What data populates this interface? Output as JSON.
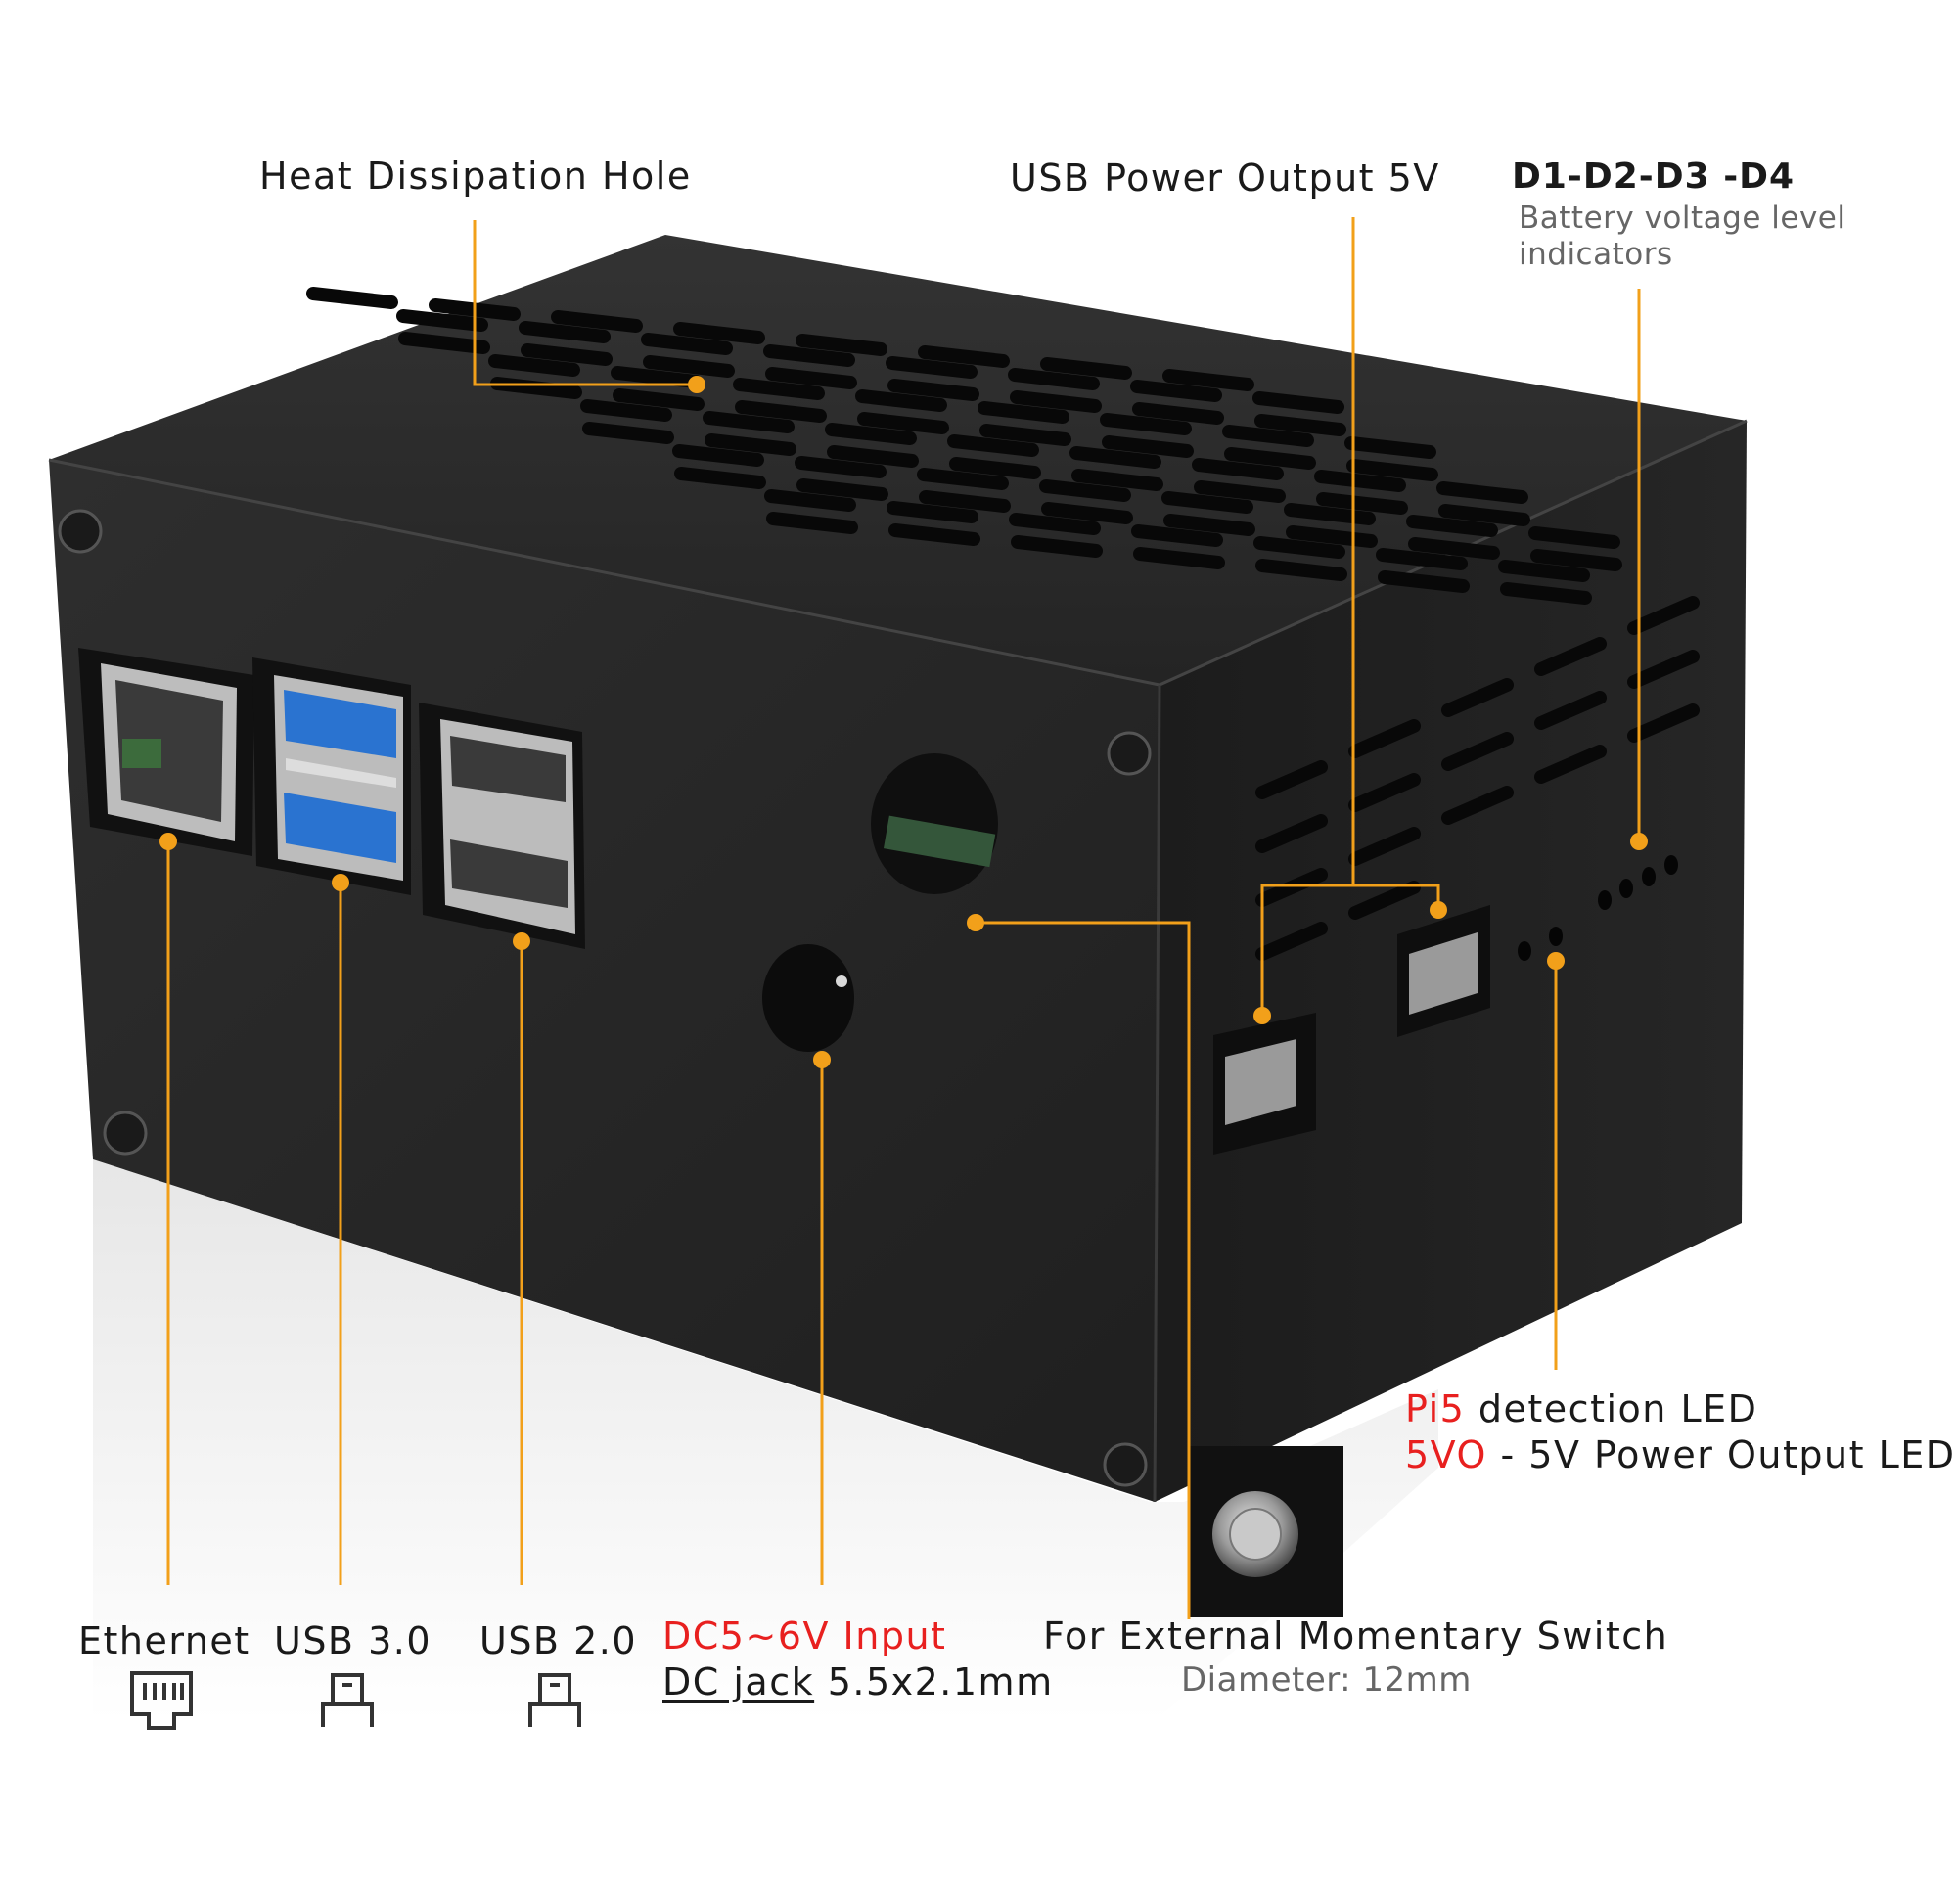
{
  "colors": {
    "callout": "#f2a01a",
    "accent_red": "#e8201f",
    "case_top": "#2b2b2b",
    "case_front": "#262626",
    "case_side": "#1e1e1e",
    "usb3_blue": "#2a73d0",
    "background": "#ffffff"
  },
  "icons": {
    "ethernet": "ethernet-port-icon",
    "usb3": "usb-plug-icon",
    "usb2": "usb-plug-icon"
  },
  "labels": {
    "heat_dissipation": "Heat Dissipation Hole",
    "usb_power_output": "USB Power Output 5V",
    "battery_indicators_title": "D1-D2-D3 -D4",
    "battery_indicators_desc_line1": "Battery voltage level",
    "battery_indicators_desc_line2": "indicators",
    "pi5_label": "Pi5",
    "pi5_text": " detection LED",
    "v5o_label": "5VO",
    "v5o_text": " - 5V Power Output LED",
    "ethernet": "Ethernet",
    "usb30": "USB 3.0",
    "usb20": "USB 2.0",
    "dc_input": "DC5~6V Input",
    "dc_jack_underlined": "DC jack",
    "dc_jack_size": " 5.5x2.1mm",
    "switch_title": "For External Momentary Switch",
    "switch_diameter": "Diameter: 12mm"
  }
}
